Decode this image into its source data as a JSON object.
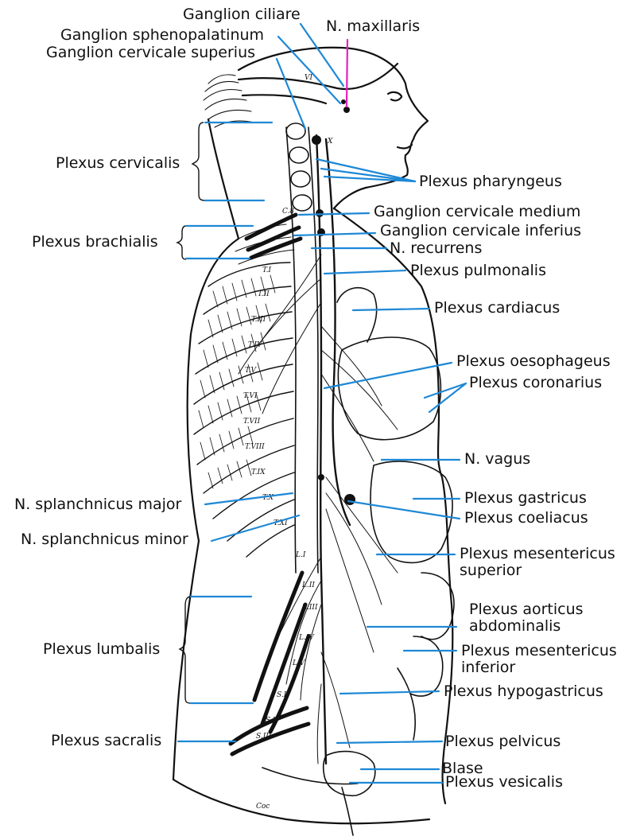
{
  "colors": {
    "leader": "#1e88d6",
    "highlight": "#e81fbf",
    "ink": "#111111",
    "background": "#ffffff"
  },
  "labels": {
    "ganglion_ciliare": "Ganglion ciliare",
    "n_maxillaris": "N. maxillaris",
    "ganglion_sphenopalatinum": "Ganglion sphenopalatinum",
    "ganglion_cervicale_superius": "Ganglion cervicale superius",
    "plexus_cervicalis": "Plexus cervicalis",
    "plexus_pharyngeus": "Plexus pharyngeus",
    "ganglion_cervicale_medium": "Ganglion cervicale medium",
    "plexus_brachialis": "Plexus brachialis",
    "ganglion_cervicale_inferius": "Ganglion cervicale inferius",
    "n_recurrens": "N. recurrens",
    "plexus_pulmonalis": "Plexus pulmonalis",
    "plexus_cardiacus": "Plexus cardiacus",
    "plexus_oesophageus": "Plexus oesophageus",
    "plexus_coronarius": "Plexus coronarius",
    "n_vagus": "N. vagus",
    "n_splanchnicus_major": "N. splanchnicus major",
    "plexus_gastricus": "Plexus gastricus",
    "plexus_coeliacus": "Plexus coeliacus",
    "n_splanchnicus_minor": "N. splanchnicus minor",
    "plexus_mesentericus_superior_1": "Plexus mesentericus",
    "plexus_mesentericus_superior_2": "superior",
    "plexus_aorticus_abdominalis_1": "Plexus aorticus",
    "plexus_aorticus_abdominalis_2": "abdominalis",
    "plexus_lumbalis": "Plexus lumbalis",
    "plexus_mesentericus_inferior_1": "Plexus mesentericus",
    "plexus_mesentericus_inferior_2": "inferior",
    "plexus_hypogastricus": "Plexus hypogastricus",
    "plexus_sacralis": "Plexus sacralis",
    "plexus_pelvicus": "Plexus pelvicus",
    "blase": "Blase",
    "plexus_vesicalis": "Plexus vesicalis"
  },
  "figure_marks": {
    "cranial_nerve_vi": "VI",
    "nerve_x": "X",
    "cervical_c8": "C.8",
    "thoracic_ti": "T.I",
    "thoracic_tii": "T.II",
    "thoracic_tiii": "T.III",
    "thoracic_tiv": "T.IV",
    "thoracic_tv": "T.V",
    "thoracic_tvi": "T.VI",
    "thoracic_tvii": "T.VII",
    "thoracic_tviii": "T.VIII",
    "thoracic_tix": "T.IX",
    "thoracic_tx": "T.X",
    "thoracic_txi": "T.XI",
    "lumbar_li": "L.I",
    "lumbar_lii": "L.II",
    "lumbar_liii": "L.III",
    "lumbar_liv": "L.IV",
    "lumbar_lv": "L.V",
    "sacral_si": "S.I",
    "sacral_sii": "S.II",
    "sacral_siii": "S.III",
    "coccygeal": "Coc"
  }
}
